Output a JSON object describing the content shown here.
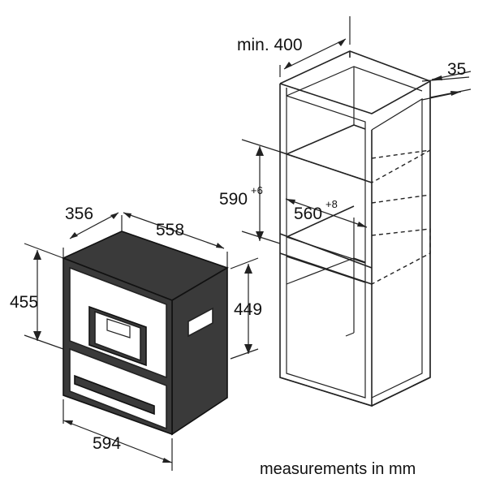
{
  "dimensions": {
    "appliance_depth": "356",
    "appliance_width_side": "558",
    "appliance_height": "455",
    "appliance_front_height": "449",
    "appliance_width": "594",
    "cabinet_min_depth": "min. 400",
    "cabinet_offset": "35",
    "niche_height": "590",
    "niche_height_tolerance": "+6",
    "niche_width": "560",
    "niche_width_tolerance": "+8"
  },
  "caption": "measurements in mm"
}
